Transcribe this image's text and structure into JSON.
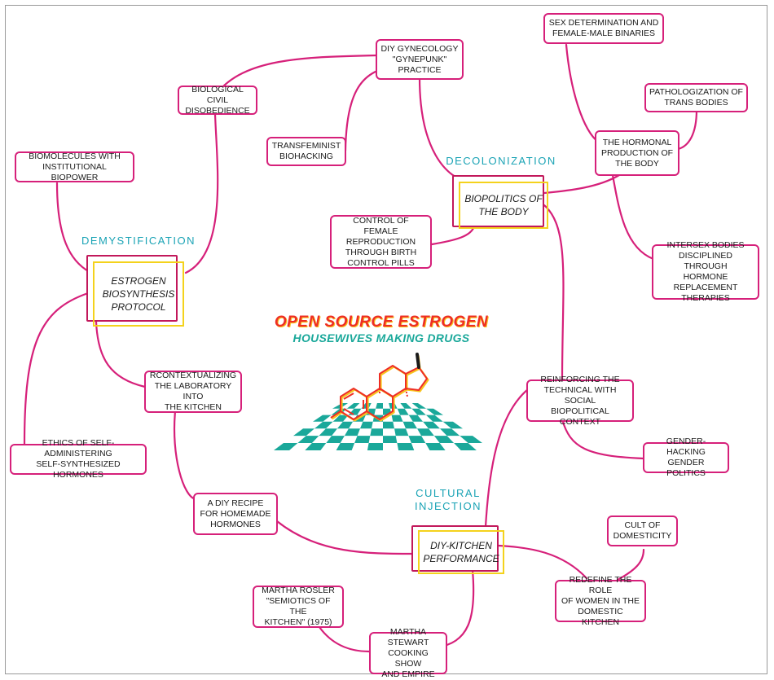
{
  "title": {
    "line1": "OPEN SOURCE ESTROGEN",
    "line2": "HOUSEWIVES MAKING DRUGS"
  },
  "sections": {
    "decolonization": "DECOLONIZATION",
    "demystification": "DEMYSTIFICATION",
    "cultural_injection_1": "CULTURAL",
    "cultural_injection_2": "INJECTION"
  },
  "main_nodes": {
    "biopolitics": [
      "BIOPOLITICS OF",
      "THE BODY"
    ],
    "estrogen": [
      "ESTROGEN",
      "BIOSYNTHESIS",
      "PROTOCOL"
    ],
    "diy_kitchen": [
      "DIY-KITCHEN",
      "PERFORMANCE"
    ]
  },
  "nodes": {
    "diy_gynecology": [
      "DIY GYNECOLOGY",
      "\"GYNEPUNK\"",
      "PRACTICE"
    ],
    "civil_disobedience": [
      "BIOLOGICAL CIVIL",
      "DISOBEDIENCE"
    ],
    "transfeminist": [
      "TRANSFEMINIST",
      "BIOHACKING"
    ],
    "biomolecules": [
      "BIOMOLECULES WITH",
      "INSTITUTIONAL BIOPOWER"
    ],
    "sex_determination": [
      "SEX DETERMINATION AND",
      "FEMALE-MALE BINARIES"
    ],
    "pathologization": [
      "PATHOLOGIZATION OF",
      "TRANS BODIES"
    ],
    "hormonal_production": [
      "THE HORMONAL",
      "PRODUCTION OF",
      "THE BODY"
    ],
    "control_reproduction": [
      "CONTROL OF FEMALE",
      "REPRODUCTION",
      "THROUGH BIRTH",
      "CONTROL PILLS"
    ],
    "intersex": [
      "INTERSEX BODIES",
      "DISCIPLINED THROUGH",
      "HORMONE REPLACEMENT",
      "THERAPIES"
    ],
    "recontextualizing": [
      "RCONTEXTUALIZING",
      "THE LABORATORY INTO",
      "THE KITCHEN"
    ],
    "reinforcing": [
      "REINFORCING THE",
      "TECHNICAL WITH SOCIAL",
      "BIOPOLITICAL CONTEXT"
    ],
    "ethics": [
      "ETHICS OF SELF-ADMINISTERING",
      "SELF-SYNTHESIZED HORMONES"
    ],
    "gender_hacking": [
      "GENDER-HACKING",
      "GENDER POLITICS"
    ],
    "diy_recipe": [
      "A DIY RECIPE",
      "FOR HOMEMADE",
      "HORMONES"
    ],
    "cult_domesticity": [
      "CULT OF",
      "DOMESTICITY"
    ],
    "redefine_role": [
      "REDEFINE THE ROLE",
      "OF WOMEN IN THE",
      "DOMESTIC KITCHEN"
    ],
    "martha_rosler": [
      "MARTHA ROSLER",
      "\"SEMIOTICS OF THE",
      "KITCHEN\" (1975)"
    ],
    "martha_stewart": [
      "MARTHA STEWART",
      "COOKING SHOW",
      "AND EMPIRE"
    ]
  },
  "colors": {
    "link": "#d6207a",
    "main_border": "#c2185b",
    "highlight": "#f4d21c",
    "section_text": "#1aa3b5",
    "title_red": "#ee2e24",
    "title_teal": "#1aa89a",
    "checker": "#1aa89a"
  }
}
